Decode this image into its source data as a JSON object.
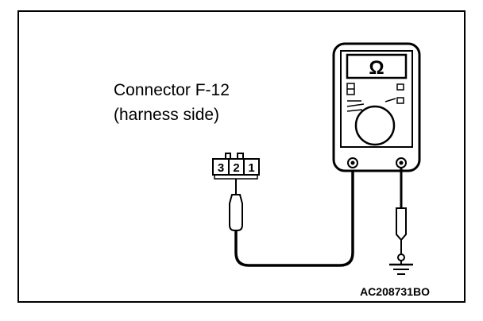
{
  "diagram": {
    "connector_label": {
      "line1": "Connector F-12",
      "line2": "(harness side)"
    },
    "connector_pins": [
      "3",
      "2",
      "1"
    ],
    "meter": {
      "display_symbol": "Ω"
    },
    "figure_code": "AC208731BO"
  }
}
